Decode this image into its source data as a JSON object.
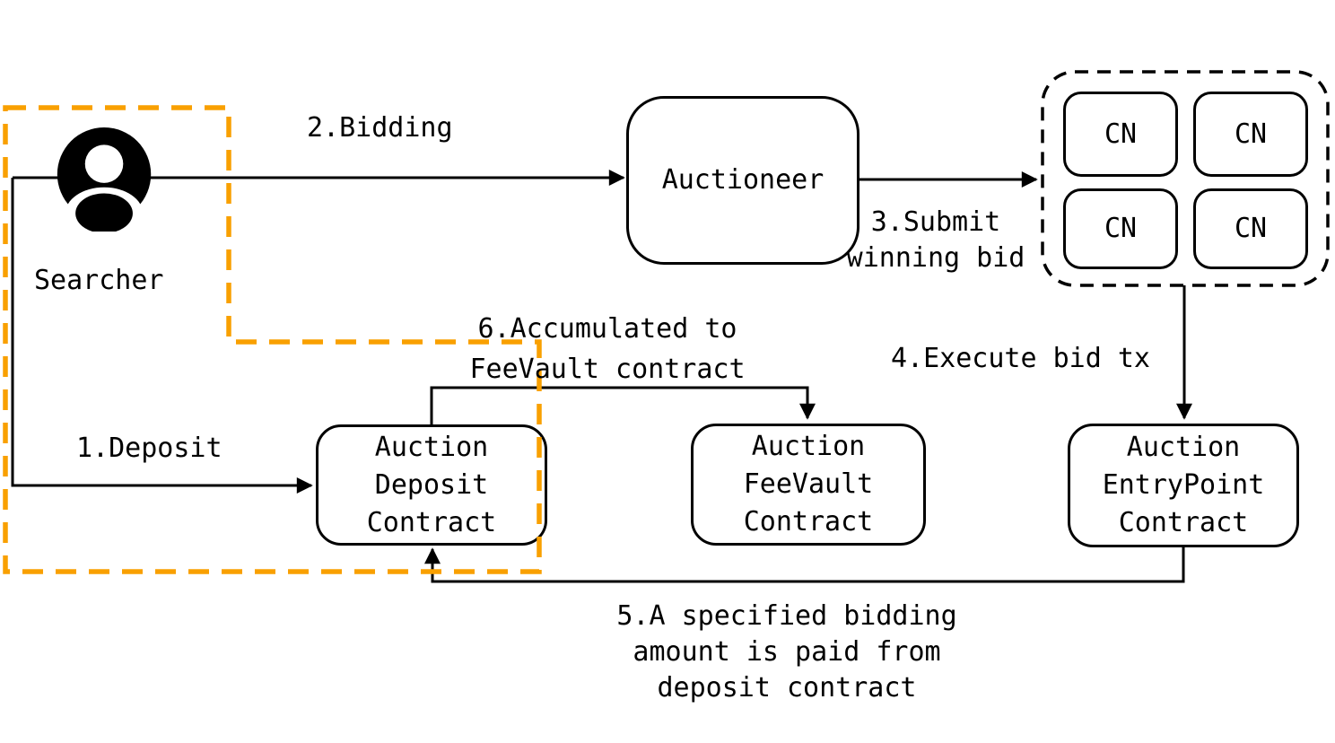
{
  "diagram": {
    "actor": {
      "label": "Searcher"
    },
    "nodes": {
      "auctioneer": {
        "label": "Auctioneer"
      },
      "cn_cluster": {
        "items": [
          "CN",
          "CN",
          "CN",
          "CN"
        ]
      },
      "deposit": {
        "lines": [
          "Auction",
          "Deposit",
          "Contract"
        ]
      },
      "feevault": {
        "lines": [
          "Auction",
          "FeeVault",
          "Contract"
        ]
      },
      "entrypoint": {
        "lines": [
          "Auction",
          "EntryPoint",
          "Contract"
        ]
      }
    },
    "edges": {
      "deposit": {
        "label": "1.Deposit"
      },
      "bidding": {
        "label": "2.Bidding"
      },
      "submit": {
        "lines": [
          "3.Submit",
          "winning bid"
        ]
      },
      "execute": {
        "label": "4.Execute bid tx"
      },
      "paid": {
        "lines": [
          "5.A specified bidding",
          "amount is paid from",
          "deposit contract"
        ]
      },
      "accumulated": {
        "lines": [
          "6.Accumulated to",
          "FeeVault contract"
        ]
      }
    },
    "colors": {
      "highlight": "#F9A000",
      "line": "#000000"
    }
  }
}
